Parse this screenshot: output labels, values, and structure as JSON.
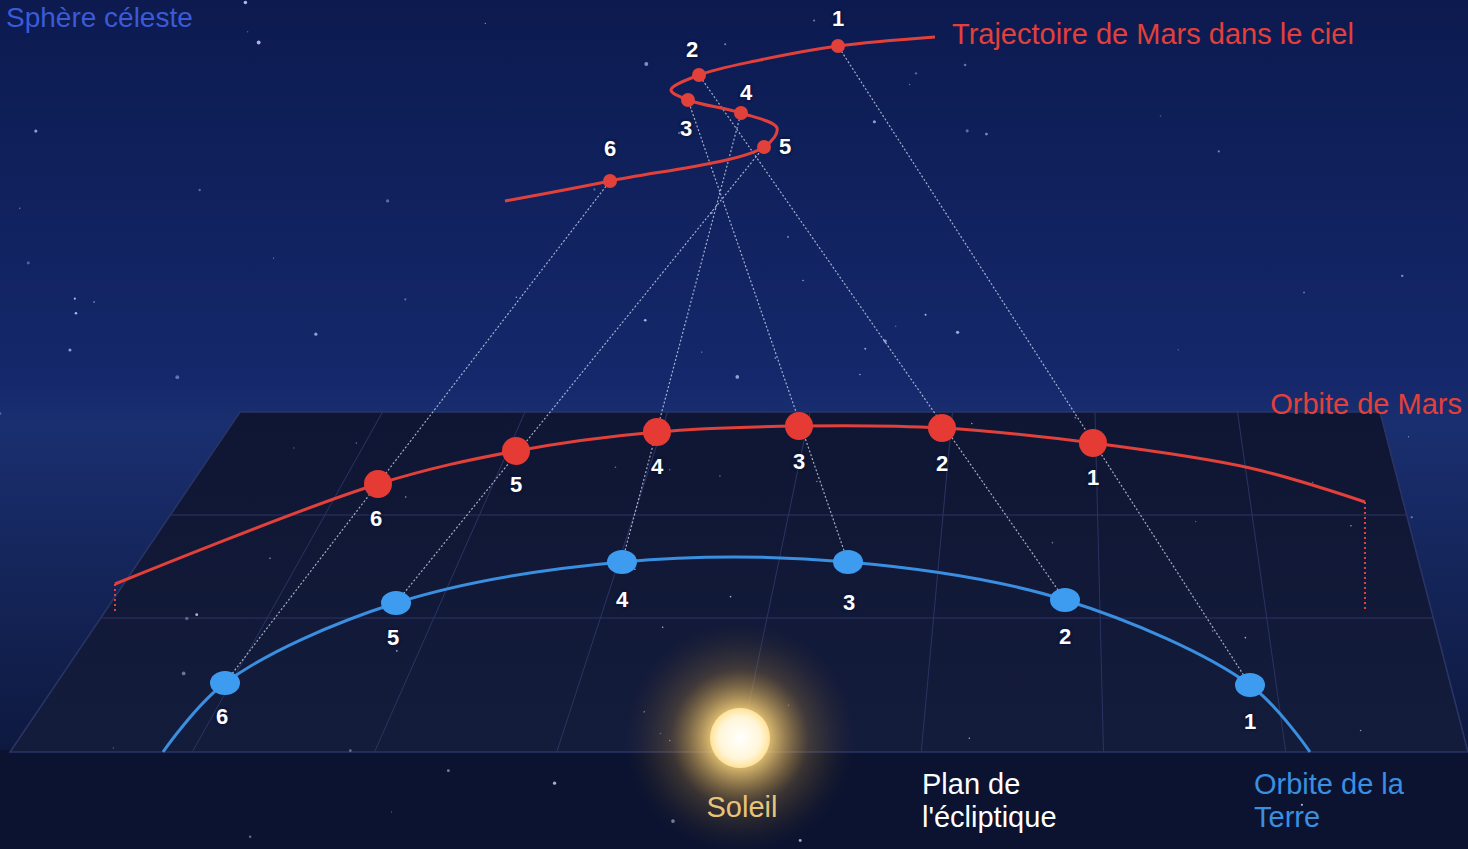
{
  "diagram": {
    "labels": [
      "Sphère céleste",
      "Trajectoire de Mars dans le ciel",
      "1",
      "2",
      "3",
      "4",
      "5",
      "6",
      "Orbite de Mars",
      "1",
      "2",
      "3",
      "4",
      "5",
      "6",
      "1",
      "2",
      "3",
      "4",
      "5",
      "6",
      "Soleil",
      "Plan de l'écliptique",
      "Orbite de la Terre"
    ]
  }
}
